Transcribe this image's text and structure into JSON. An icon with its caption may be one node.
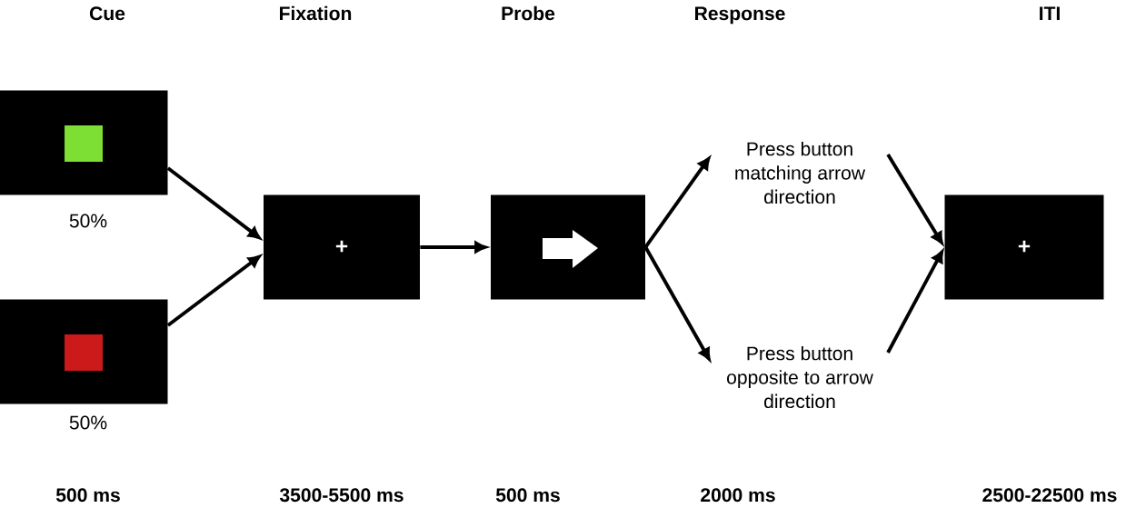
{
  "diagram": {
    "nodes": [
      {
        "text": [],
        "shape": "box",
        "beside": [
          "50%"
        ]
      },
      {
        "text": [],
        "shape": "box",
        "beside": [
          "50%"
        ]
      },
      {
        "text": [
          "+"
        ]
      },
      {
        "text": [],
        "shape": "box"
      },
      {
        "text": [
          "Press button matching arrow direction"
        ]
      },
      {
        "text": [
          "Press button opposite to arrow direction"
        ]
      },
      {
        "text": [
          "+"
        ]
      }
    ],
    "edges": [
      {
        "from": 0,
        "to": 2,
        "arrow": "to"
      },
      {
        "from": 1,
        "to": 2,
        "arrow": "to"
      },
      {
        "from": 2,
        "to": 3,
        "arrow": "to"
      },
      {
        "from": 3,
        "to": 4,
        "arrow": "to"
      },
      {
        "from": 3,
        "to": 5,
        "arrow": "to"
      },
      {
        "from": 4,
        "to": 6,
        "arrow": "to"
      },
      {
        "from": 5,
        "to": 6,
        "arrow": "to"
      }
    ],
    "labels": [
      "Cue",
      "Fixation",
      "Probe",
      "Response",
      "ITI",
      "500 ms",
      "3500-5500 ms",
      "500 ms",
      "2000 ms",
      "2500-22500 ms"
    ]
  }
}
